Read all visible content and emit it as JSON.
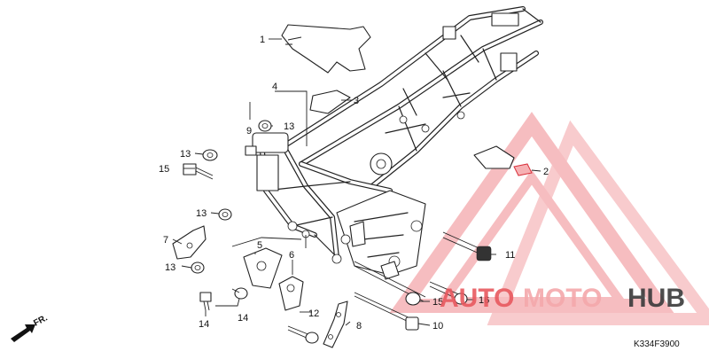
{
  "diagram": {
    "code": "K334F3900",
    "fr_label": "FR.",
    "callouts": {
      "c1": "1",
      "c2": "2",
      "c3": "3",
      "c4": "4",
      "c5": "5",
      "c6": "6",
      "c7": "7",
      "c8": "8",
      "c9": "9",
      "c10": "10",
      "c11": "11",
      "c12": "12",
      "c13a": "13",
      "c13b": "13",
      "c13c": "13",
      "c13d": "13",
      "c14a": "14",
      "c14b": "14",
      "c15a": "15",
      "c15b": "15",
      "c16": "16"
    }
  },
  "watermark": {
    "text_auto": "AUTO",
    "text_moto": "MOTO",
    "text_hub": "HUB",
    "colors": {
      "red": "#e8595f",
      "pink": "#f4a8ab",
      "dark": "#3a3a3a"
    }
  }
}
